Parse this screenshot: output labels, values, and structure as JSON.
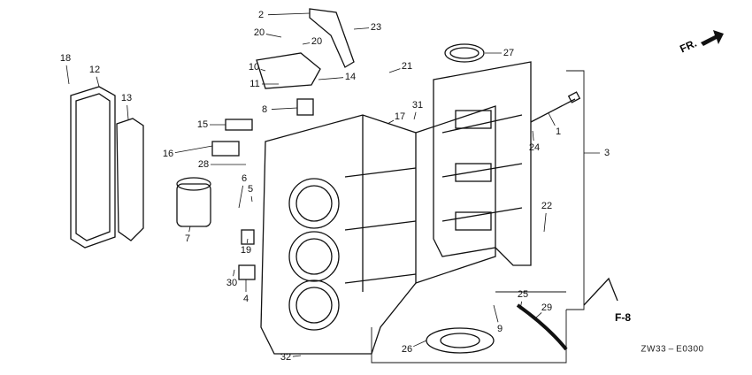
{
  "diagram": {
    "part_labels": [
      "2",
      "20",
      "20",
      "23",
      "18",
      "12",
      "10",
      "21",
      "27",
      "14",
      "11",
      "13",
      "31",
      "8",
      "17",
      "15",
      "1",
      "24",
      "3",
      "16",
      "28",
      "6",
      "5",
      "22",
      "7",
      "19",
      "30",
      "4",
      "25",
      "29",
      "9",
      "26",
      "32"
    ],
    "reference_label": "F-8",
    "direction_label": "FR.",
    "drawing_code": "ZW33 – E0300"
  }
}
